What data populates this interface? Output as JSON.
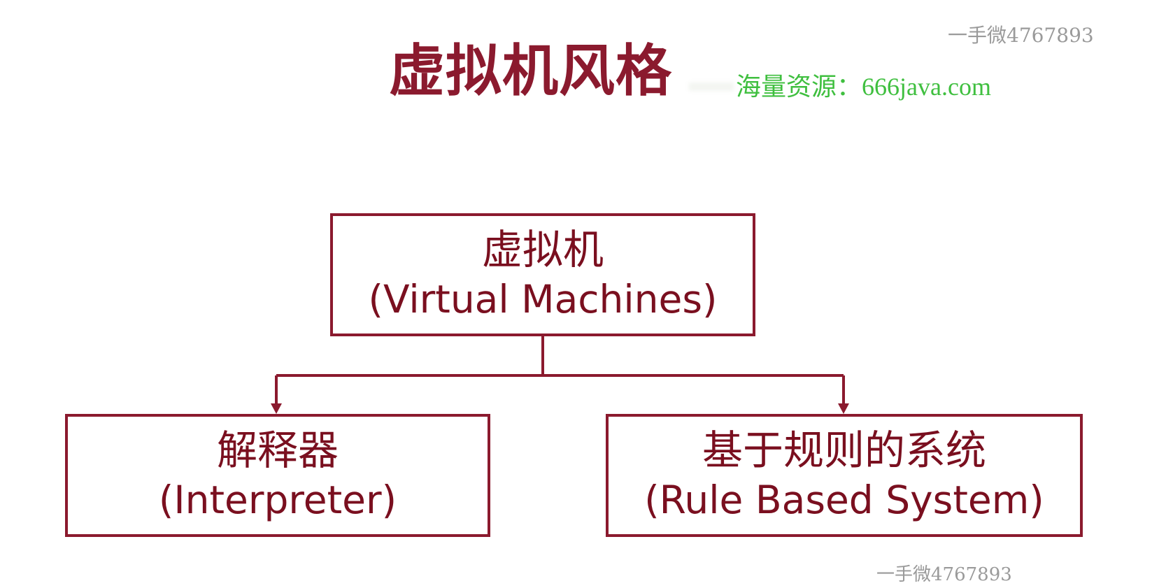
{
  "slide": {
    "title": "虚拟机风格",
    "watermark_top": "一手微4767893",
    "watermark_bottom": "一手微4767893",
    "ad_text": "海量资源：666java.com"
  },
  "diagram": {
    "root": {
      "label_zh": "虚拟机",
      "label_en": "(Virtual Machines)"
    },
    "children": [
      {
        "label_zh": "解释器",
        "label_en": "(Interpreter)"
      },
      {
        "label_zh": "基于规则的系统",
        "label_en": "(Rule Based System)"
      }
    ]
  },
  "colors": {
    "accent": "#8b1a2e",
    "node_text": "#7a0f1f",
    "watermark": "#9a9a9a",
    "ad": "#3fbf3f"
  }
}
